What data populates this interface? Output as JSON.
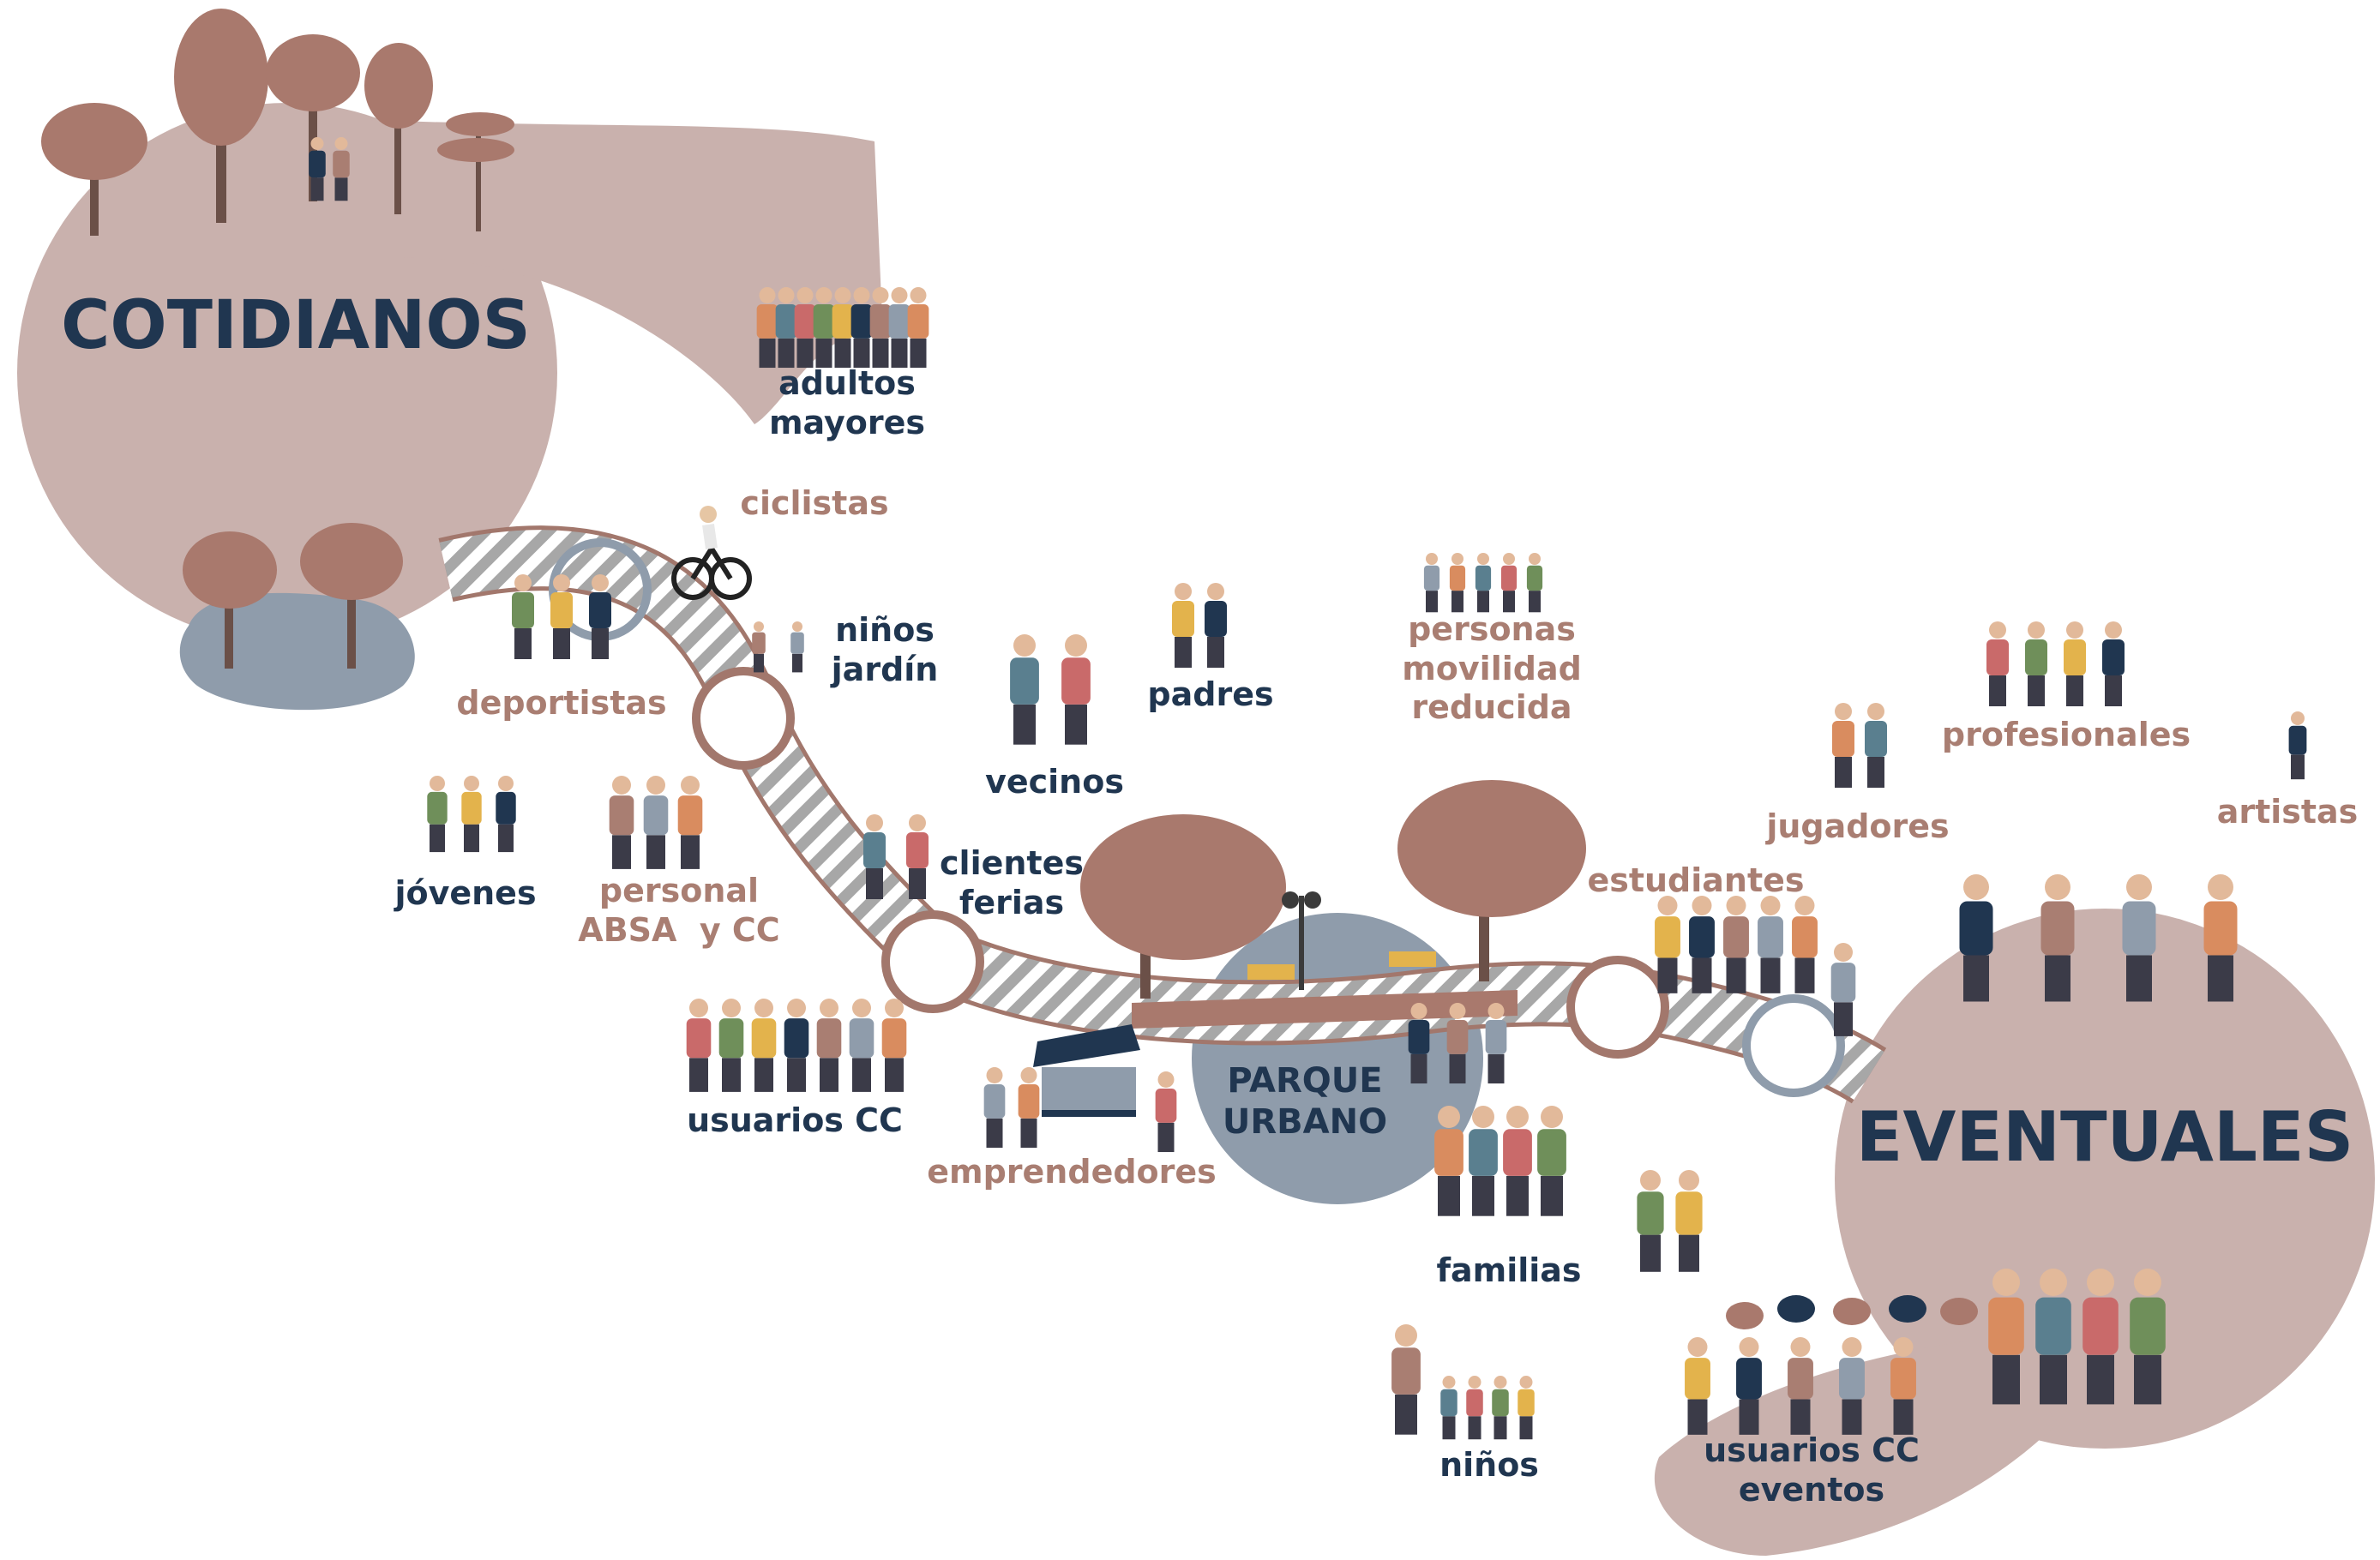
{
  "colors": {
    "rose": "#c9b1ad",
    "navy": "#203650",
    "brown": "#a97e72",
    "slate": "#8f9cab",
    "path_outline": "#a2776c",
    "tree": "#a9796d"
  },
  "headings": {
    "cotidianos": "COTIDIANOS",
    "eventuales": "EVENTUALES",
    "parque_urbano": [
      "PARQUE",
      "URBANO"
    ]
  },
  "groups": {
    "adultos_mayores": [
      "adultos",
      "mayores"
    ],
    "ciclistas": [
      "ciclistas"
    ],
    "deportistas": [
      "deportistas"
    ],
    "ninos_jardin": [
      "niños",
      "jardín"
    ],
    "vecinos": [
      "vecinos"
    ],
    "padres": [
      "padres"
    ],
    "personas_movilidad": [
      "personas",
      "movilidad",
      "reducida"
    ],
    "profesionales": [
      "profesionales"
    ],
    "artistas": [
      "artistas"
    ],
    "jugadores": [
      "jugadores"
    ],
    "jovenes": [
      "jóvenes"
    ],
    "personal": [
      "personal",
      "ABSA  y CC"
    ],
    "clientes_ferias": [
      "clientes",
      "ferias"
    ],
    "estudiantes": [
      "estudiantes"
    ],
    "usuarios_cc": [
      "usuarios CC"
    ],
    "emprendedores": [
      "emprendedores"
    ],
    "familias": [
      "familias"
    ],
    "ninos": [
      "niños"
    ],
    "usuarios_eventos": [
      "usuarios CC",
      "eventos"
    ]
  },
  "icons": {
    "trees": "tree-cluster-icon",
    "people": "people-group-icon",
    "cyclist": "cyclist-icon",
    "market": "market-stall-icon",
    "lamp": "street-lamp-icon",
    "bench": "bench-icon",
    "speech": "speech-bubble-icon"
  }
}
